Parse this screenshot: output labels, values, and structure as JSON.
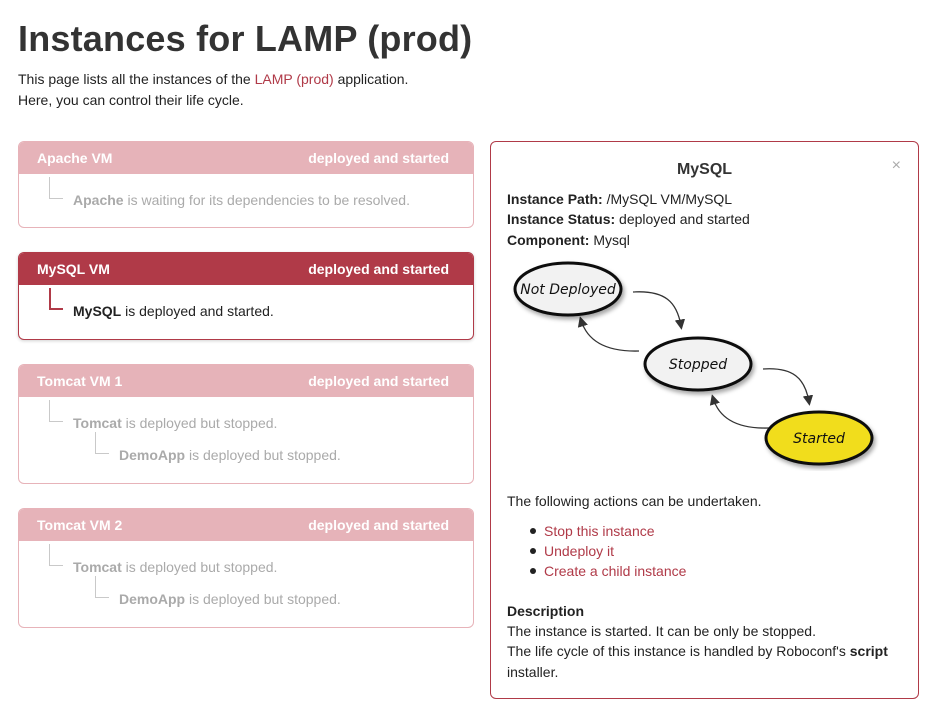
{
  "page": {
    "title": "Instances for LAMP (prod)",
    "intro_before": "This page lists all the instances of the ",
    "intro_link": "LAMP (prod)",
    "intro_after": " application.",
    "intro_line2": "Here, you can control their life cycle."
  },
  "vms": [
    {
      "name": "Apache VM",
      "status": "deployed and started",
      "children": [
        {
          "name": "Apache",
          "text": " is waiting for its dependencies to be resolved."
        }
      ]
    },
    {
      "name": "MySQL VM",
      "status": "deployed and started",
      "children": [
        {
          "name": "MySQL",
          "text": " is deployed and started."
        }
      ]
    },
    {
      "name": "Tomcat VM 1",
      "status": "deployed and started",
      "children": [
        {
          "name": "Tomcat",
          "text": " is deployed but stopped."
        },
        {
          "name": "DemoApp",
          "text": " is deployed but stopped."
        }
      ]
    },
    {
      "name": "Tomcat VM 2",
      "status": "deployed and started",
      "children": [
        {
          "name": "Tomcat",
          "text": " is deployed but stopped."
        },
        {
          "name": "DemoApp",
          "text": " is deployed but stopped."
        }
      ]
    }
  ],
  "details": {
    "close": "×",
    "title": "MySQL",
    "path_label": "Instance Path:",
    "path_value": " /MySQL VM/MySQL",
    "status_label": "Instance Status:",
    "status_value": " deployed and started",
    "component_label": "Component:",
    "component_value": " Mysql",
    "lifecycle": {
      "states": [
        "Not Deployed",
        "Stopped",
        "Started"
      ],
      "current_state": "Started",
      "current_color": "#f1dd1b"
    },
    "actions_intro": "The following actions can be undertaken.",
    "actions": [
      "Stop this instance",
      "Undeploy it",
      "Create a child instance"
    ],
    "description_label": "Description",
    "description_line1": "The instance is started. It can be only be stopped.",
    "description_line2_before": "The life cycle of this instance is handled by Roboconf's ",
    "description_line2_bold": "script",
    "description_line3": "installer."
  },
  "colors": {
    "accent": "#b03a48",
    "accent_light": "#e6b3b9"
  }
}
